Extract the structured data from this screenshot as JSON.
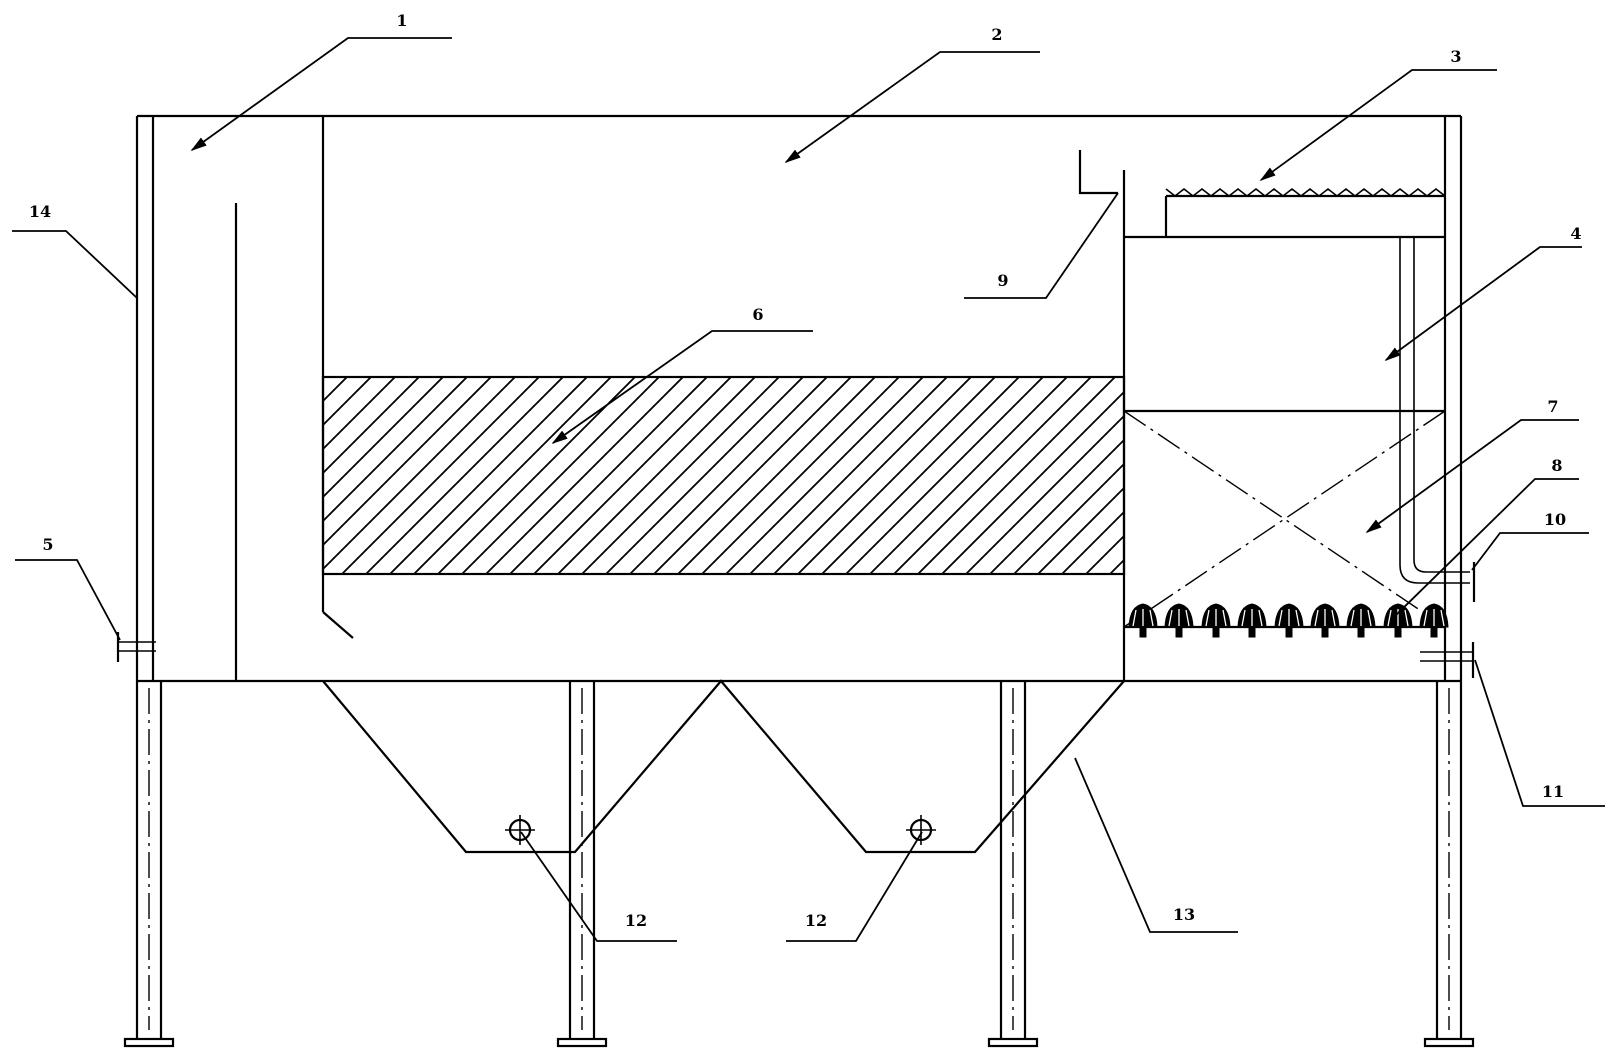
{
  "figure": {
    "callouts": [
      {
        "id": "callout-1",
        "label": "1"
      },
      {
        "id": "callout-2",
        "label": "2"
      },
      {
        "id": "callout-3",
        "label": "3"
      },
      {
        "id": "callout-4",
        "label": "4"
      },
      {
        "id": "callout-5",
        "label": "5"
      },
      {
        "id": "callout-6",
        "label": "6"
      },
      {
        "id": "callout-7",
        "label": "7"
      },
      {
        "id": "callout-8",
        "label": "8"
      },
      {
        "id": "callout-9",
        "label": "9"
      },
      {
        "id": "callout-10",
        "label": "10"
      },
      {
        "id": "callout-11",
        "label": "11"
      },
      {
        "id": "callout-12a",
        "label": "12"
      },
      {
        "id": "callout-12b",
        "label": "12"
      },
      {
        "id": "callout-13",
        "label": "13"
      },
      {
        "id": "callout-14",
        "label": "14"
      }
    ],
    "line_color": "#000000",
    "background_color": "#ffffff"
  }
}
